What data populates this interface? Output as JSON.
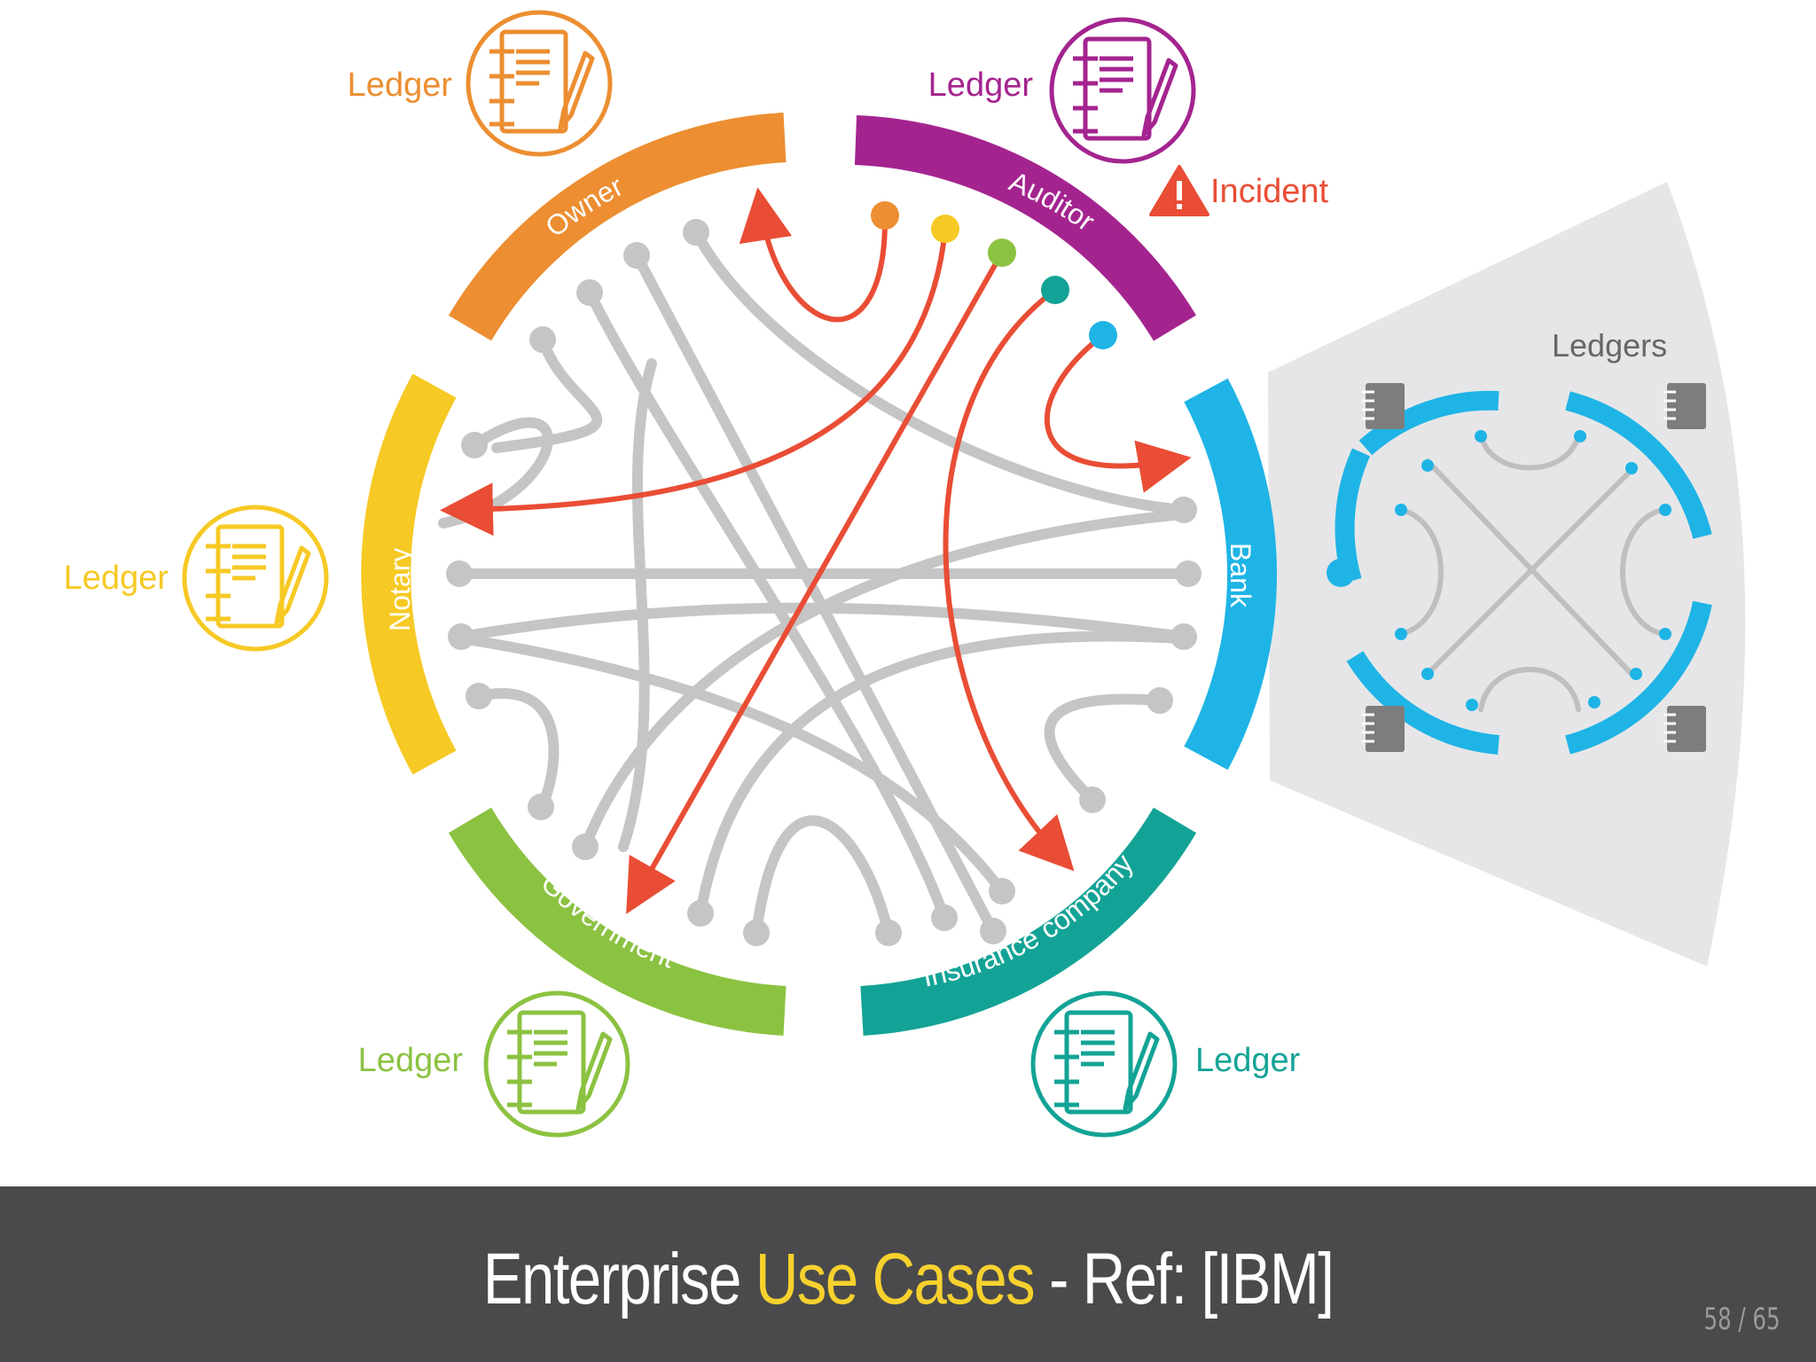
{
  "diagram": {
    "segments": {
      "owner": "Owner",
      "auditor": "Auditor",
      "bank": "Bank",
      "insurance": "Insurance company",
      "government": "Government",
      "notary": "Notary"
    },
    "ledger_label": "Ledger",
    "incident_label": "Incident",
    "ledgers_label": "Ledgers",
    "colors": {
      "owner": "#ec8e31",
      "auditor": "#a4248f",
      "bank": "#1fb4e6",
      "insurance": "#13a396",
      "government": "#8cc241",
      "notary": "#f6c924",
      "links": "#c5c5c5",
      "transactions": "#e94d35",
      "panel": "#e6e6e8"
    }
  },
  "footer": {
    "title_part1": "Enterprise ",
    "title_highlight": "Use Cases",
    "title_part2": " - Ref: [IBM]",
    "page_number": "58 / 65"
  }
}
